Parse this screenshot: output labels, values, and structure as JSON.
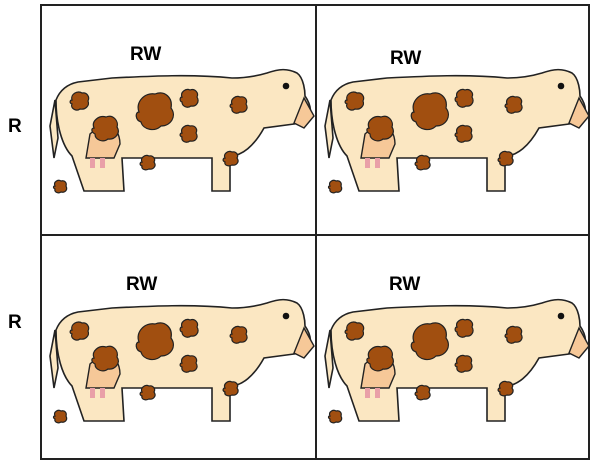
{
  "row_labels": [
    "R",
    "R"
  ],
  "cells": [
    {
      "label": "RW"
    },
    {
      "label": "RW"
    },
    {
      "label": "RW"
    },
    {
      "label": "RW"
    }
  ],
  "colors": {
    "body": "#fbe7c2",
    "spots": "#a14f10",
    "udder": "#f6c898",
    "teats": "#e9a0a8",
    "outline": "#222222"
  }
}
